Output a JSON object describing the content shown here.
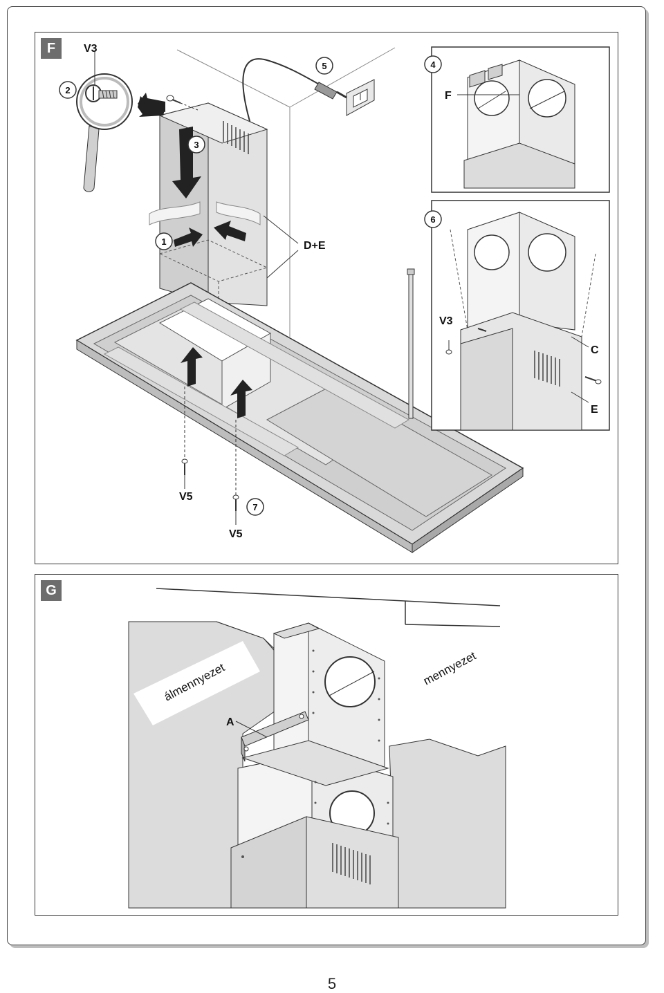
{
  "panel_f": {
    "tag": "F",
    "labels": {
      "v3_top": "V3",
      "de": "D+E",
      "v5_left": "V5",
      "v5_right": "V5",
      "f": "F",
      "v3_inset": "V3",
      "c": "C",
      "e": "E"
    },
    "steps": [
      "1",
      "2",
      "3",
      "4",
      "5",
      "6",
      "7"
    ]
  },
  "panel_g": {
    "tag": "G",
    "labels": {
      "false_ceiling": "álmennyezet",
      "ceiling": "mennyezet",
      "a": "A"
    }
  },
  "page_number": "5",
  "colors": {
    "hood_gray": "#cfcfcf",
    "dark_gray": "#7a7a7a",
    "arrow_black": "#222222",
    "tag_gray": "#6d6d6d"
  }
}
